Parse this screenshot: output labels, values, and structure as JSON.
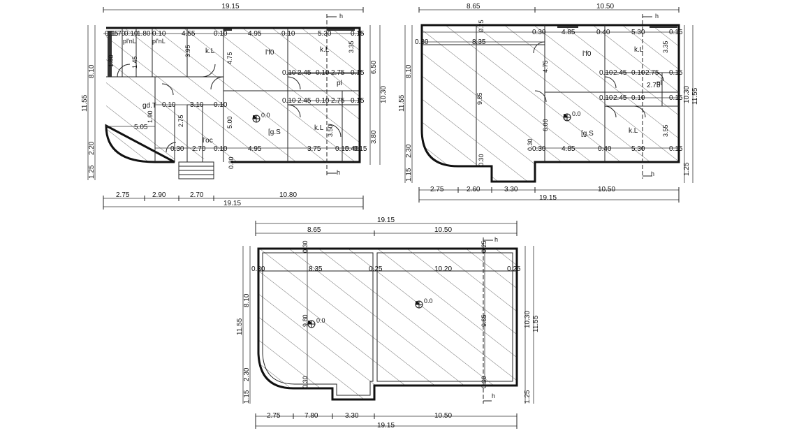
{
  "plans": {
    "ground": {
      "top_total": "19.15",
      "bottom_segments": [
        "2.75",
        "2.90",
        "2.70",
        "10.80"
      ],
      "bottom_total": "19.15",
      "left_outer": "11.55",
      "left_inner": [
        "8.10",
        "2.20",
        "1.25"
      ],
      "right_outer": "10.30",
      "right_inner": [
        "6.50",
        "3.80"
      ],
      "row1_dims": [
        "0.15",
        "1.70",
        "0.10",
        "1.80",
        "0.10",
        "4.55",
        "0.10",
        "4.95",
        "0.10",
        "5.30",
        "0.15"
      ],
      "mid_dims": [
        "0.10",
        "2.45",
        "0.10",
        "2.75",
        "0.15"
      ],
      "mid2_dims": [
        "0.10",
        "2.45",
        "0.10",
        "2.75",
        "0.15"
      ],
      "bottom_row_dims": [
        "0.30",
        "2.70",
        "0.10",
        "4.95",
        "3.75",
        "0.15",
        "0.40",
        "0.15"
      ],
      "vertical_dims": [
        "3.95",
        "4.75",
        "3.35",
        "5.00",
        "3.50",
        "1.80",
        "1.45",
        "1.90",
        "0.30",
        "2.75"
      ],
      "hall_dims": [
        "0.10",
        "3.10",
        "0.10",
        "5.05"
      ],
      "room_labels": [
        "pl'nL",
        "pl'nL",
        "k.L",
        "l'f0",
        "k.L",
        "gd.T",
        "l'oc",
        "[g.S",
        "k.L",
        "pl"
      ],
      "level": "0.0",
      "section_marker": "h"
    },
    "first": {
      "top_segments": [
        "8.65",
        "10.50"
      ],
      "bottom_segments": [
        "2.75",
        "2.60",
        "3.30",
        "10.50"
      ],
      "bottom_total": "19.15",
      "left_outer": "11.55",
      "left_inner": [
        "8.10",
        "2.30",
        "1.15"
      ],
      "right_outer": "11.55",
      "right_inner": [
        "10.30",
        "1.25"
      ],
      "row1_dims": [
        "0.30",
        "8.35",
        "0.25",
        "0.30",
        "4.85",
        "0.40",
        "5.30",
        "0.15"
      ],
      "mid_dims": [
        "0.10",
        "2.45",
        "0.10",
        "2.75",
        "0.15"
      ],
      "mid2_dims": [
        "0.10",
        "2.45",
        "0.10",
        "2.75",
        "0.15"
      ],
      "bottom_row_dims": [
        "0.30",
        "4.85",
        "0.40",
        "5.30",
        "0.15"
      ],
      "vertical_dims": [
        "0.30",
        "9.85",
        "4.75",
        "6.00",
        "3.35",
        "3.55",
        "0.30"
      ],
      "room_labels": [
        "l'f0",
        "k.L",
        "[g.S",
        "k.L",
        "pl"
      ],
      "level": "0.0",
      "section_marker": "h"
    },
    "roof": {
      "top_total": "19.15",
      "top_segments": [
        "8.65",
        "10.50"
      ],
      "bottom_segments": [
        "2.75",
        "7.80",
        "3.30",
        "10.50"
      ],
      "bottom_total": "19.15",
      "left_outer": "11.55",
      "left_inner": [
        "8.10",
        "2.30",
        "1.15"
      ],
      "right_outer": "11.55",
      "right_inner": [
        "10.30",
        "1.25"
      ],
      "row1_dims": [
        "0.30",
        "8.35",
        "0.25",
        "10.20",
        "0.25"
      ],
      "vertical_dims": [
        "0.30",
        "9.80",
        "0.30",
        "0.25",
        "9.85",
        "0.30"
      ],
      "level_left": "0.0",
      "level_right": "0.0",
      "section_marker": "h"
    }
  }
}
